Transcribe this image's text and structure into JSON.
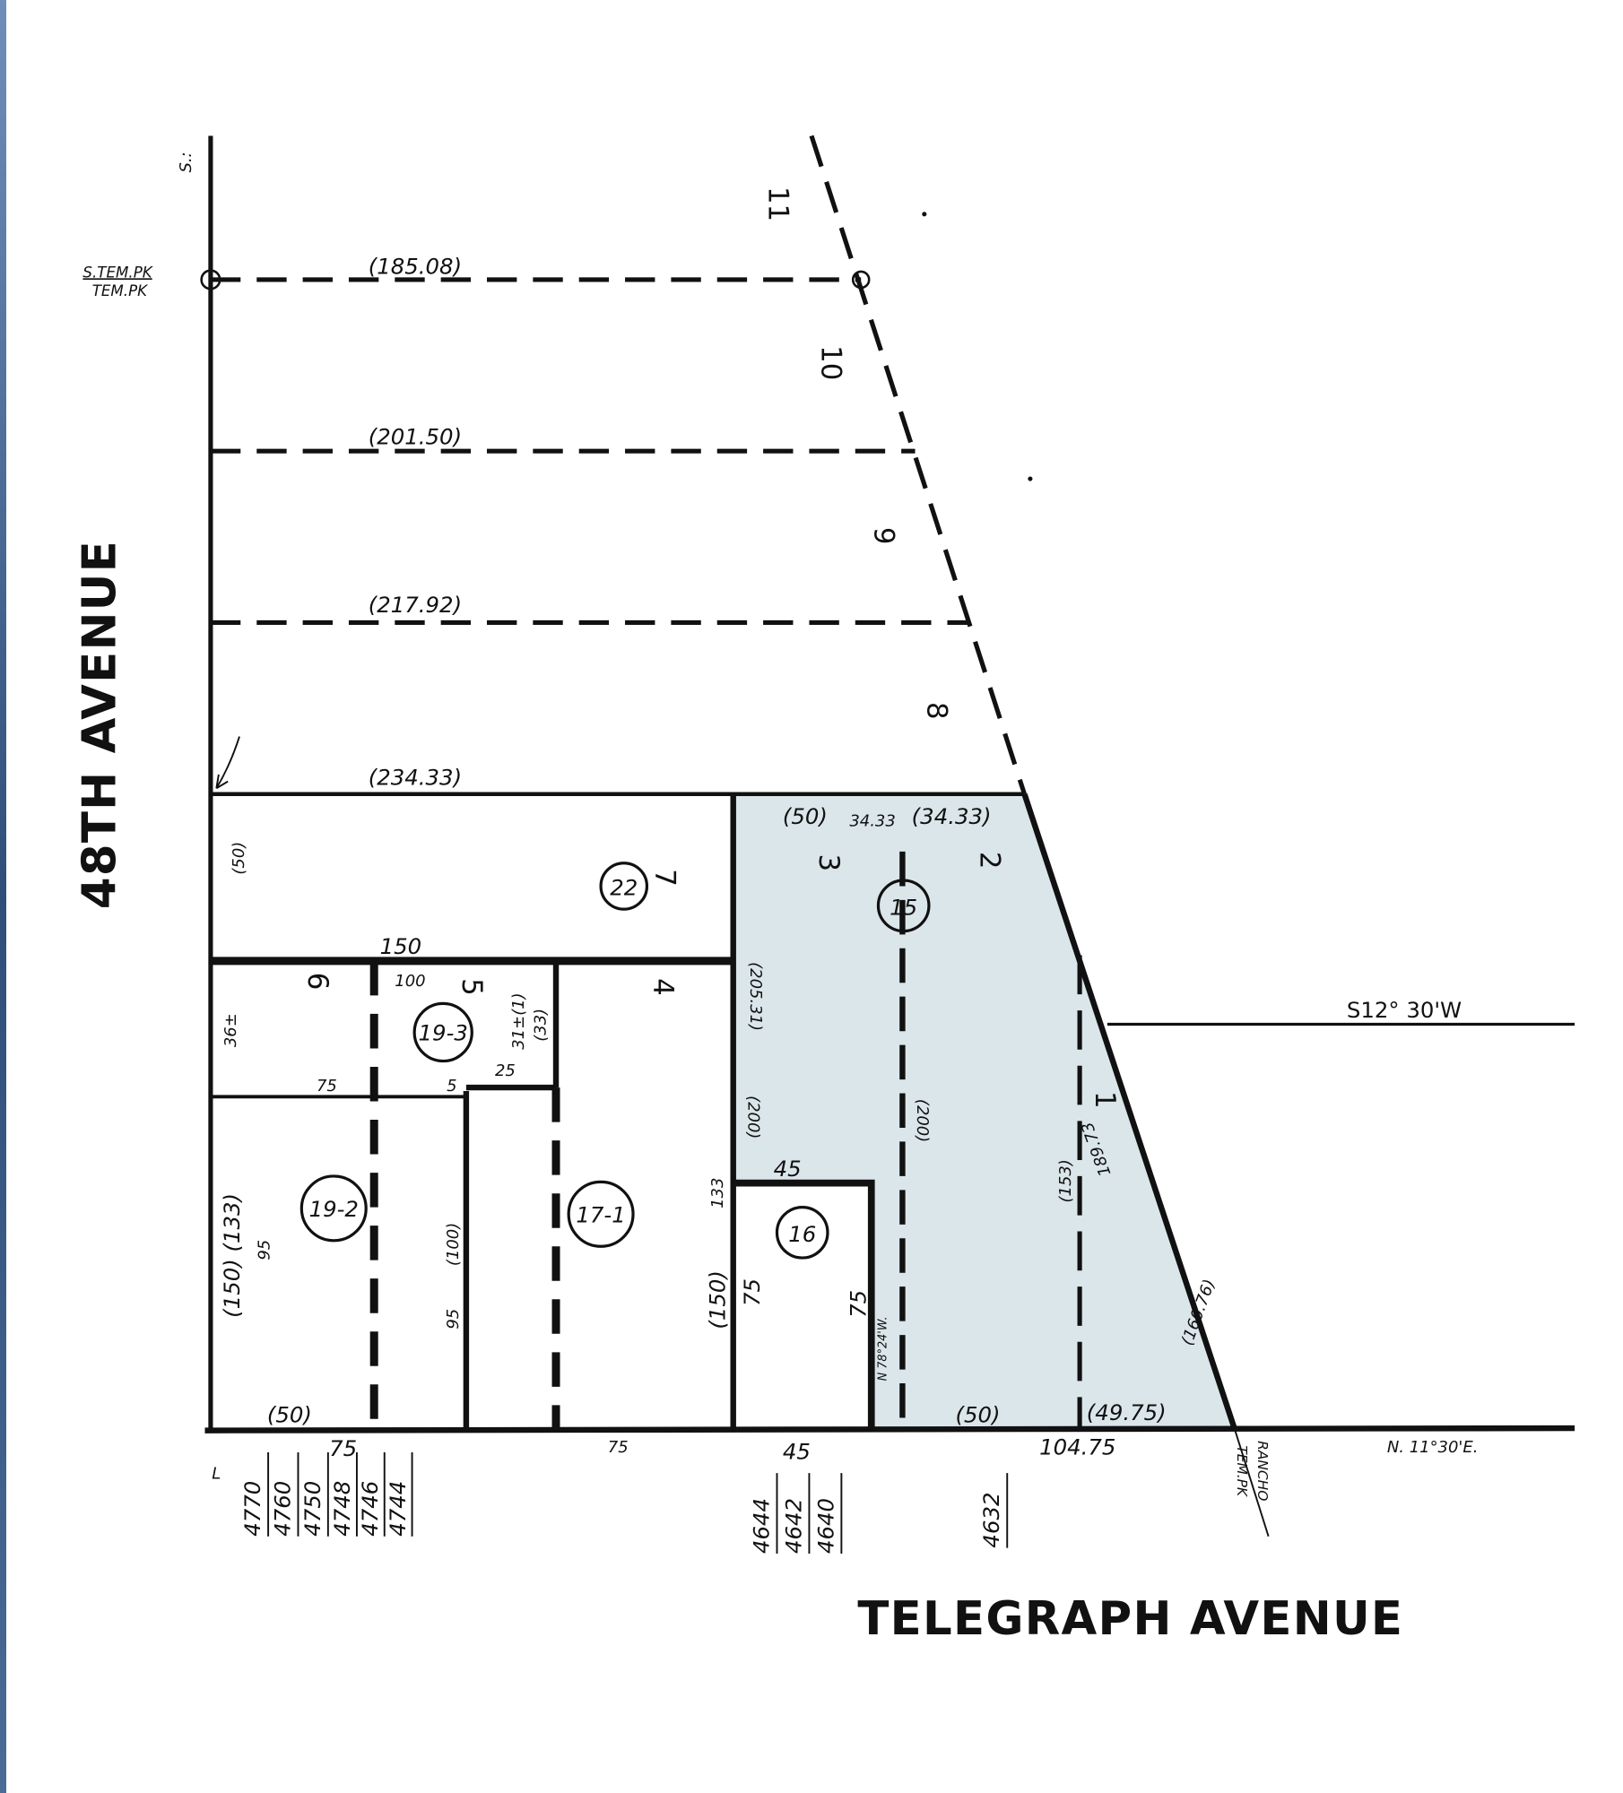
{
  "colors": {
    "parcel_highlight": "#dbe6ea",
    "line": "#111111",
    "edge": "#3a5a86"
  },
  "streets": {
    "west": "48TH AVENUE",
    "south": "TELEGRAPH AVENUE"
  },
  "monuments": {
    "s_tem_pk": "S.TEM.PK",
    "tem_pk": "TEM.PK",
    "rancho": "RANCHO",
    "rancho_tem_pk": "TEM.PK",
    "top_mark": "S.:"
  },
  "bearings": {
    "east": "S12° 30'W",
    "south": "N. 11°30'E.",
    "inner": "N 78°24'W."
  },
  "lots": {
    "l11": "11",
    "l10": "10",
    "l9": "9",
    "l8": "8",
    "l7": "7",
    "l6": "6",
    "l5": "5",
    "l4": "4",
    "l3": "3",
    "l2": "2",
    "l1": "1"
  },
  "parcels": {
    "p22": "22",
    "p15": "15",
    "p19_3": "19-3",
    "p19_2": "19-2",
    "p17_1": "17-1",
    "p16": "16"
  },
  "dims": {
    "d185": "(185.08)",
    "d201": "(201.50)",
    "d217": "(217.92)",
    "d234": "(234.33)",
    "d50_west": "(50)",
    "d150_top": "150",
    "d100": "100",
    "d36": "36±",
    "d31": "31±(1)",
    "d33": "(33)",
    "d25": "25",
    "d75_mid": "75",
    "d5": "5",
    "d150_133": "(150) (133)",
    "d95_a": "95",
    "d100_b": "(100)",
    "d95_b": "95",
    "d133": "133",
    "d150_b": "(150)",
    "d75_a": "75",
    "d75_b": "75",
    "d50_bot": "(50)",
    "d75_bot1": "75",
    "d75_bot2": "75",
    "d45_bot": "45",
    "d104": "104.75",
    "d50_top15": "(50)",
    "d3433a": "34.33",
    "d3433b": "(34.33)",
    "d20531": "(205.31)",
    "d200a": "(200)",
    "d45": "45",
    "d200b": "(200)",
    "d153": "(153)",
    "d189": "189.73",
    "d160": "(160.76)",
    "d50_15": "(50)",
    "d4975": "(49.75)"
  },
  "addresses": {
    "left": [
      "4770",
      "4760",
      "4750",
      "4748",
      "4746",
      "4744"
    ],
    "mid": [
      "4644",
      "4642",
      "4640"
    ],
    "right": "4632",
    "L": "L"
  }
}
